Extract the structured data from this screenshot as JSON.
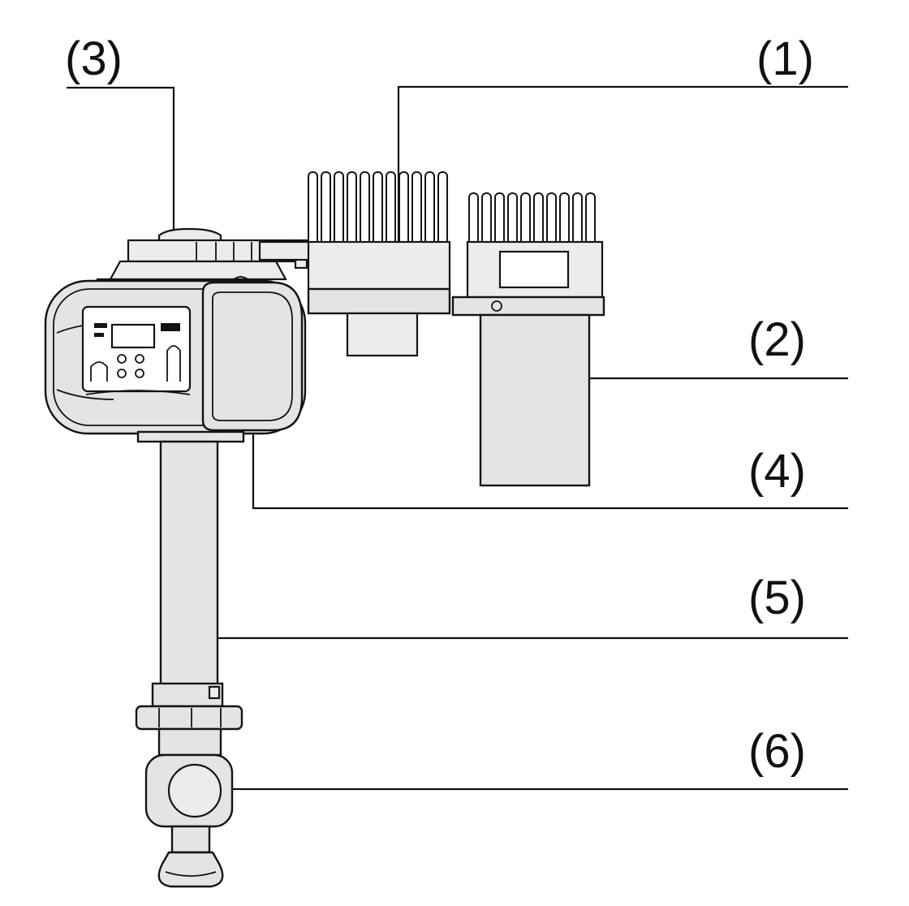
{
  "callouts": [
    {
      "id": "1",
      "label": "(1)"
    },
    {
      "id": "2",
      "label": "(2)"
    },
    {
      "id": "3",
      "label": "(3)"
    },
    {
      "id": "4",
      "label": "(4)"
    },
    {
      "id": "5",
      "label": "(5)"
    },
    {
      "id": "6",
      "label": "(6)"
    }
  ],
  "colors": {
    "line": "#141414",
    "fill": "#e4e4e4",
    "background": "#ffffff"
  }
}
